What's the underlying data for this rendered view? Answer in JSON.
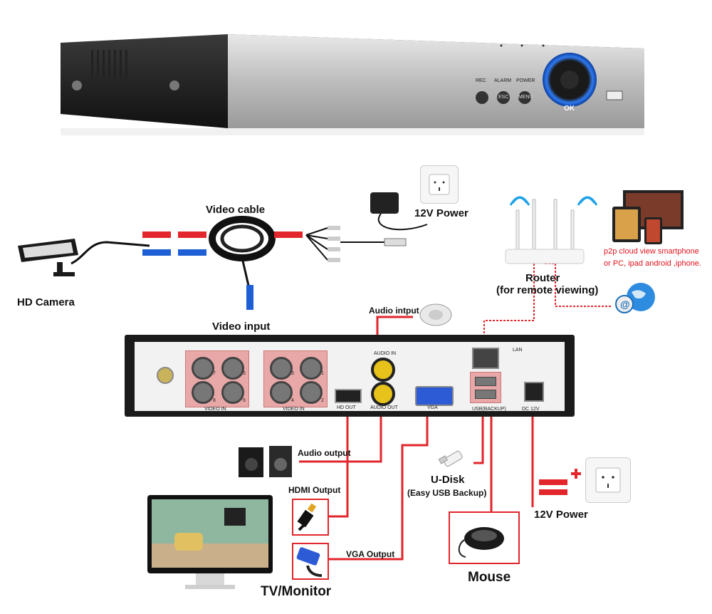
{
  "front_panel": {
    "rec": "REC",
    "alarm": "ALARM",
    "power": "POWER",
    "esc": "ESC",
    "menu": "MENU",
    "ok": "OK"
  },
  "labels": {
    "video_cable": "Video cable",
    "power_top": "12V Power",
    "hd_camera": "HD Camera",
    "video_input": "Video input",
    "audio_input": "Audio intput",
    "router": "Router",
    "router_sub": "(for remote viewing)",
    "p2p_line1": "p2p cloud  view smartphone",
    "p2p_line2": "or PC, ipad android ,iphone.",
    "audio_output": "Audio output",
    "hdmi_output": "HDMI Output",
    "vga_output": "VGA Output",
    "udisk": "U-Disk",
    "udisk_sub": "(Easy USB Backup)",
    "power_bottom": "12V Power",
    "mouse": "Mouse",
    "tv_monitor": "TV/Monitor"
  },
  "back_panel": {
    "video_in": "VIDEO IN",
    "ports_left": [
      "7",
      "5",
      "8",
      "6"
    ],
    "ports_right": [
      "3",
      "1",
      "4",
      "2"
    ],
    "audio_in": "AUDIO IN",
    "audio_out": "AUDIO OUT",
    "hd_out": "HD OUT",
    "vga": "VGA",
    "lan": "LAN",
    "usb": "USB(BACKUP)",
    "dc": "DC 12V"
  },
  "colors": {
    "wire": "#e2262b",
    "accent_blue": "#1e5fd6",
    "port_pink": "#e9a8a8"
  }
}
